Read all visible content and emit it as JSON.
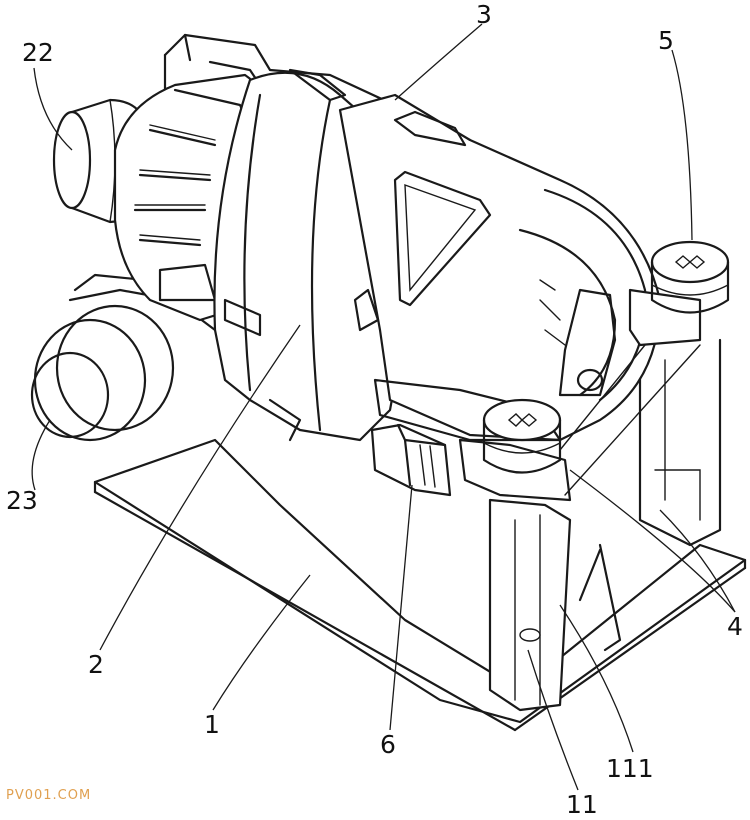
{
  "labels": [
    {
      "id": "label-22",
      "text": "22"
    },
    {
      "id": "label-3",
      "text": "3"
    },
    {
      "id": "label-5",
      "text": "5"
    },
    {
      "id": "label-23",
      "text": "23"
    },
    {
      "id": "label-4",
      "text": "4"
    },
    {
      "id": "label-2",
      "text": "2"
    },
    {
      "id": "label-1",
      "text": "1"
    },
    {
      "id": "label-6",
      "text": "6"
    },
    {
      "id": "label-111",
      "text": "111"
    },
    {
      "id": "label-11",
      "text": "11"
    }
  ],
  "watermark": "PV001.COM",
  "colors": {
    "ink": "#1a1a1a",
    "watermark": "#e0a050",
    "background": "#ffffff"
  }
}
